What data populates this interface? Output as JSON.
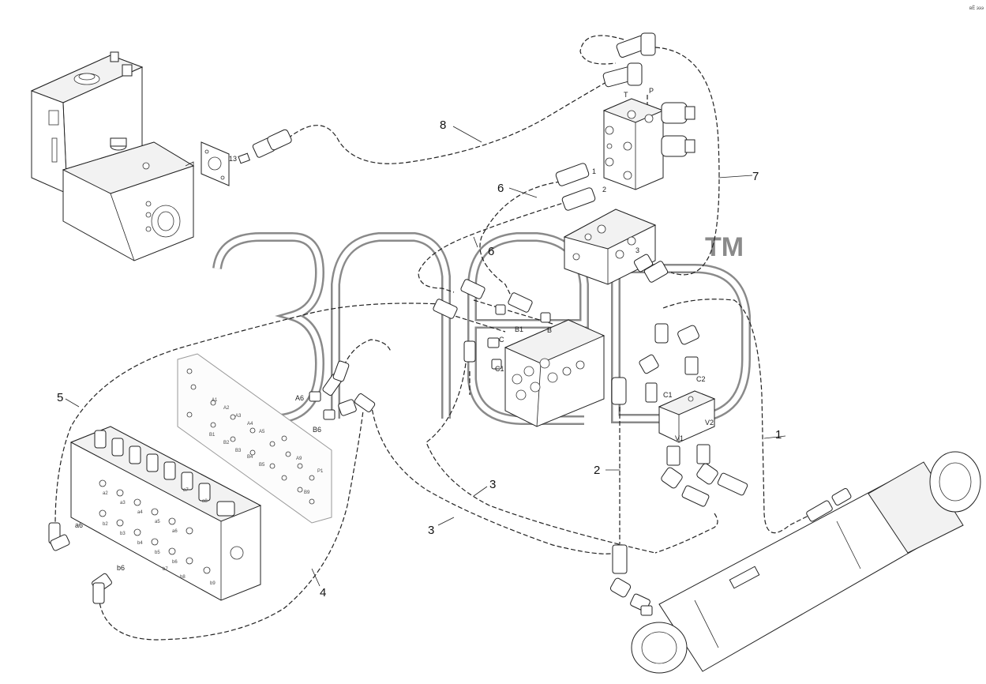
{
  "corner_mark": "вЁ эээ",
  "watermark": {
    "text": "элеb",
    "trademark": "TM"
  },
  "callouts": [
    "1",
    "2",
    "3",
    "3",
    "4",
    "5",
    "6",
    "6",
    "7",
    "8"
  ],
  "ports": {
    "T": "T",
    "P": "P",
    "p1": "1",
    "p2": "2",
    "p3": "3",
    "p13": "13",
    "B1": "B1",
    "B": "B",
    "C": "C",
    "C1a": "C1",
    "C1b": "C1",
    "C2": "C2",
    "V1": "V1",
    "V2": "V2",
    "A6": "A6",
    "B6": "B6",
    "a6": "a6",
    "b6": "b6"
  },
  "plate_labels": [
    "A1",
    "A2",
    "A3",
    "A4",
    "A5",
    "B1",
    "B2",
    "B3",
    "B4",
    "B5",
    "a2",
    "a3",
    "a4",
    "a5",
    "a6",
    "b2",
    "b3",
    "b4",
    "b5",
    "b6",
    "a7",
    "a8",
    "b7",
    "b8",
    "b9",
    "P1",
    "A9",
    "B9"
  ]
}
